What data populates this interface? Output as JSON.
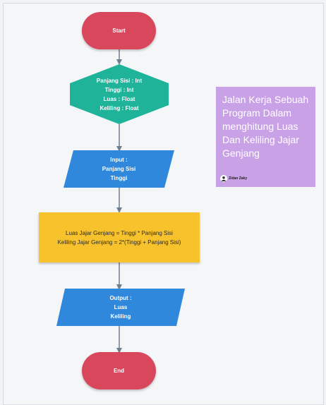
{
  "flowchart": {
    "start": {
      "label": "Start"
    },
    "declaration": {
      "lines": [
        "Panjang Sisi : Int",
        "Tinggi : Int",
        "Luas : Float",
        "Keliling : Float"
      ]
    },
    "input": {
      "lines": [
        "Input :",
        "Panjang Sisi",
        "Tinggi"
      ]
    },
    "process": {
      "lines": [
        "Luas Jajar Genjang = Tinggi * Panjang Sisi",
        "Keliling Jajar Genjang = 2*(Tinggi + Panjang Sisi)"
      ]
    },
    "output": {
      "lines": [
        "Output :",
        "Luas",
        "Keliling"
      ]
    },
    "end": {
      "label": "End"
    }
  },
  "note": {
    "text": "Jalan Kerja Sebuah Program Dalam menghitung Luas Dan Keliling Jajar Genjang",
    "author": "Zidan Zaky"
  },
  "colors": {
    "terminal": "#d9475c",
    "decision": "#1fb39a",
    "io": "#2f88dc",
    "process": "#f7c22c",
    "note": "#c9a1e6",
    "connector": "#6e7f8f"
  }
}
